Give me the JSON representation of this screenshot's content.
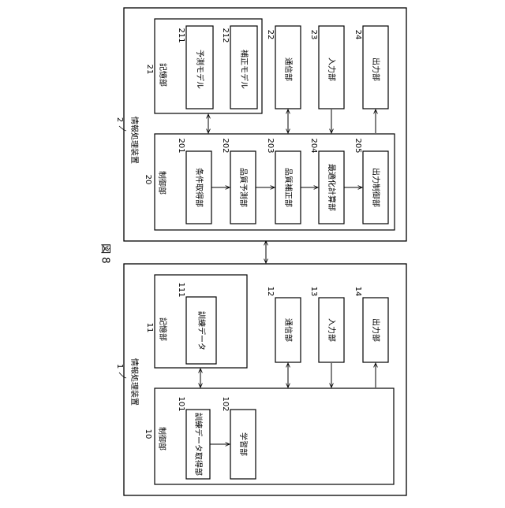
{
  "figure_label": "図 8",
  "device1": {
    "ref": "1",
    "title": "情報処理装置",
    "storage": {
      "ref": "11",
      "label": "記憶部",
      "item": {
        "ref": "111",
        "label": "訓練データ"
      }
    },
    "comm": {
      "ref": "12",
      "label": "通信部"
    },
    "input": {
      "ref": "13",
      "label": "入力部"
    },
    "output": {
      "ref": "14",
      "label": "出力部"
    },
    "control": {
      "ref": "10",
      "label": "制御部",
      "acquire": {
        "ref": "101",
        "label": "訓練データ取得部"
      },
      "learn": {
        "ref": "102",
        "label": "学習部"
      }
    }
  },
  "device2": {
    "ref": "2",
    "title": "情報処理装置",
    "storage": {
      "ref": "21",
      "label": "記憶部",
      "model1": {
        "ref": "211",
        "label": "予測モデル"
      },
      "model2": {
        "ref": "212",
        "label": "補正モデル"
      }
    },
    "comm": {
      "ref": "22",
      "label": "通信部"
    },
    "input": {
      "ref": "23",
      "label": "入力部"
    },
    "output": {
      "ref": "24",
      "label": "出力部"
    },
    "control": {
      "ref": "20",
      "label": "制御部",
      "b201": {
        "ref": "201",
        "label": "条件取得部"
      },
      "b202": {
        "ref": "202",
        "label": "品質予測部"
      },
      "b203": {
        "ref": "203",
        "label": "品質補正部"
      },
      "b204": {
        "ref": "204",
        "label": "最適化計算部"
      },
      "b205": {
        "ref": "205",
        "label": "出力制御部"
      }
    }
  }
}
